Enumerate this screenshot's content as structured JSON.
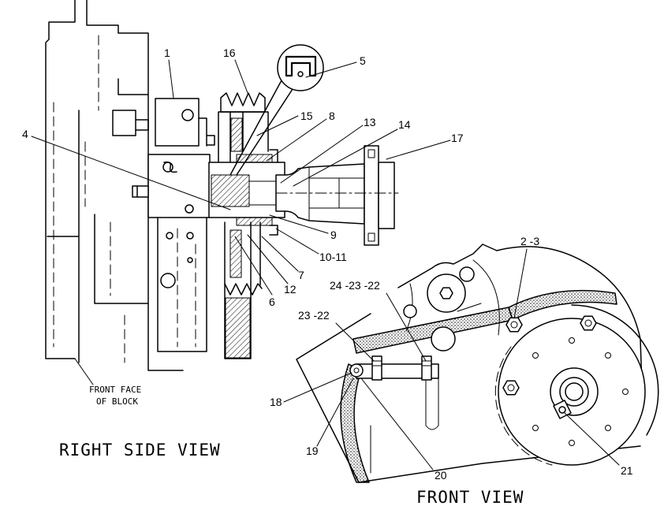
{
  "diagram": {
    "right_side_view": {
      "title": "RIGHT SIDE VIEW",
      "block_note": [
        "FRONT FACE",
        "OF BLOCK"
      ],
      "callouts": [
        "1",
        "16",
        "5",
        "15",
        "8",
        "13",
        "14",
        "17",
        "4",
        "9",
        "10-11",
        "7",
        "12",
        "6"
      ]
    },
    "front_view": {
      "title": "FRONT VIEW",
      "callouts": [
        "2 -3",
        "24 -23 -22",
        "23 -22",
        "18",
        "19",
        "20",
        "21"
      ]
    }
  },
  "colors": {
    "ink": "#000000",
    "paper": "#ffffff"
  }
}
